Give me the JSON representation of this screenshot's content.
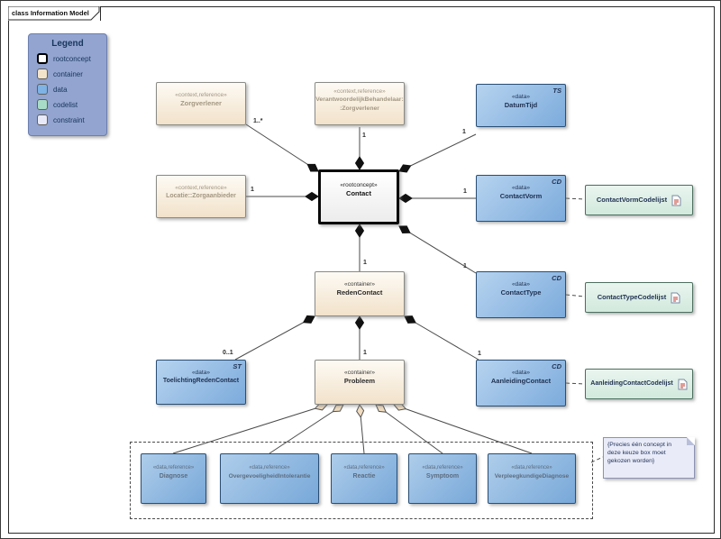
{
  "frame": {
    "title": "class Information Model"
  },
  "legend": {
    "title": "Legend",
    "items": [
      {
        "label": "rootconcept",
        "color": "#ffffff"
      },
      {
        "label": "container",
        "color": "#f2e3cb"
      },
      {
        "label": "data",
        "color": "#7fb2e5"
      },
      {
        "label": "codelist",
        "color": "#a8dcc8"
      },
      {
        "label": "constraint",
        "color": "#e8e9f8"
      }
    ]
  },
  "nodes": {
    "zorgverlener": {
      "stereotype": "«context,reference»",
      "name": "Zorgverlener"
    },
    "verantwoordelijk": {
      "stereotype": "«context,reference»",
      "name": "VerantwoordelijkBehandelaar:",
      "name2": ":Zorgverlener"
    },
    "datumtijd": {
      "stereotype": "«data»",
      "name": "DatumTijd",
      "tag": "TS"
    },
    "locatie": {
      "stereotype": "«context,reference»",
      "name": "Locatie::Zorgaanbieder"
    },
    "contact": {
      "stereotype": "«rootconcept»",
      "name": "Contact"
    },
    "contactvorm": {
      "stereotype": "«data»",
      "name": "ContactVorm",
      "tag": "CD"
    },
    "contactvormcodelijst": {
      "name": "ContactVormCodelijst"
    },
    "redencontact": {
      "stereotype": "«container»",
      "name": "RedenContact"
    },
    "contacttype": {
      "stereotype": "«data»",
      "name": "ContactType",
      "tag": "CD"
    },
    "contacttypecodelijst": {
      "name": "ContactTypeCodelijst"
    },
    "toelichting": {
      "stereotype": "«data»",
      "name": "ToelichtingRedenContact",
      "tag": "ST"
    },
    "probleem": {
      "stereotype": "«container»",
      "name": "Probleem"
    },
    "aanleiding": {
      "stereotype": "«data»",
      "name": "AanleidingContact",
      "tag": "CD"
    },
    "aanleidingcodelijst": {
      "name": "AanleidingContactCodelijst"
    },
    "diagnose": {
      "stereotype": "«data,reference»",
      "name": "Diagnose"
    },
    "overgevoeligheid": {
      "stereotype": "«data,reference»",
      "name": "OvergevoeligheidIntolerantie"
    },
    "reactie": {
      "stereotype": "«data,reference»",
      "name": "Reactie"
    },
    "symptoom": {
      "stereotype": "«data,reference»",
      "name": "Symptoom"
    },
    "verpleegkundige": {
      "stereotype": "«data,reference»",
      "name": "VerpleegkundigeDiagnose"
    }
  },
  "multiplicities": {
    "zorgverlener": "1..*",
    "verantwoordelijk": "1",
    "datumtijd": "1",
    "locatie": "1",
    "contactvorm": "1",
    "contacttype": "1",
    "redencontact": "1",
    "toelichting": "0..1",
    "probleem": "1",
    "aanleiding": "1"
  },
  "note": {
    "text": "{Precies één concept in deze keuze box moet gekozen worden}"
  },
  "colors": {
    "data_fill": "#7fb2e5",
    "container_fill": "#f2e3cb",
    "codelist_fill": "#a8dcc8",
    "constraint_fill": "#e8e9f8",
    "legend_bg": "#92a4cf",
    "line": "#4a4a4a",
    "diamond_black": "#111111",
    "diamond_tan": "#f0dcc0"
  }
}
